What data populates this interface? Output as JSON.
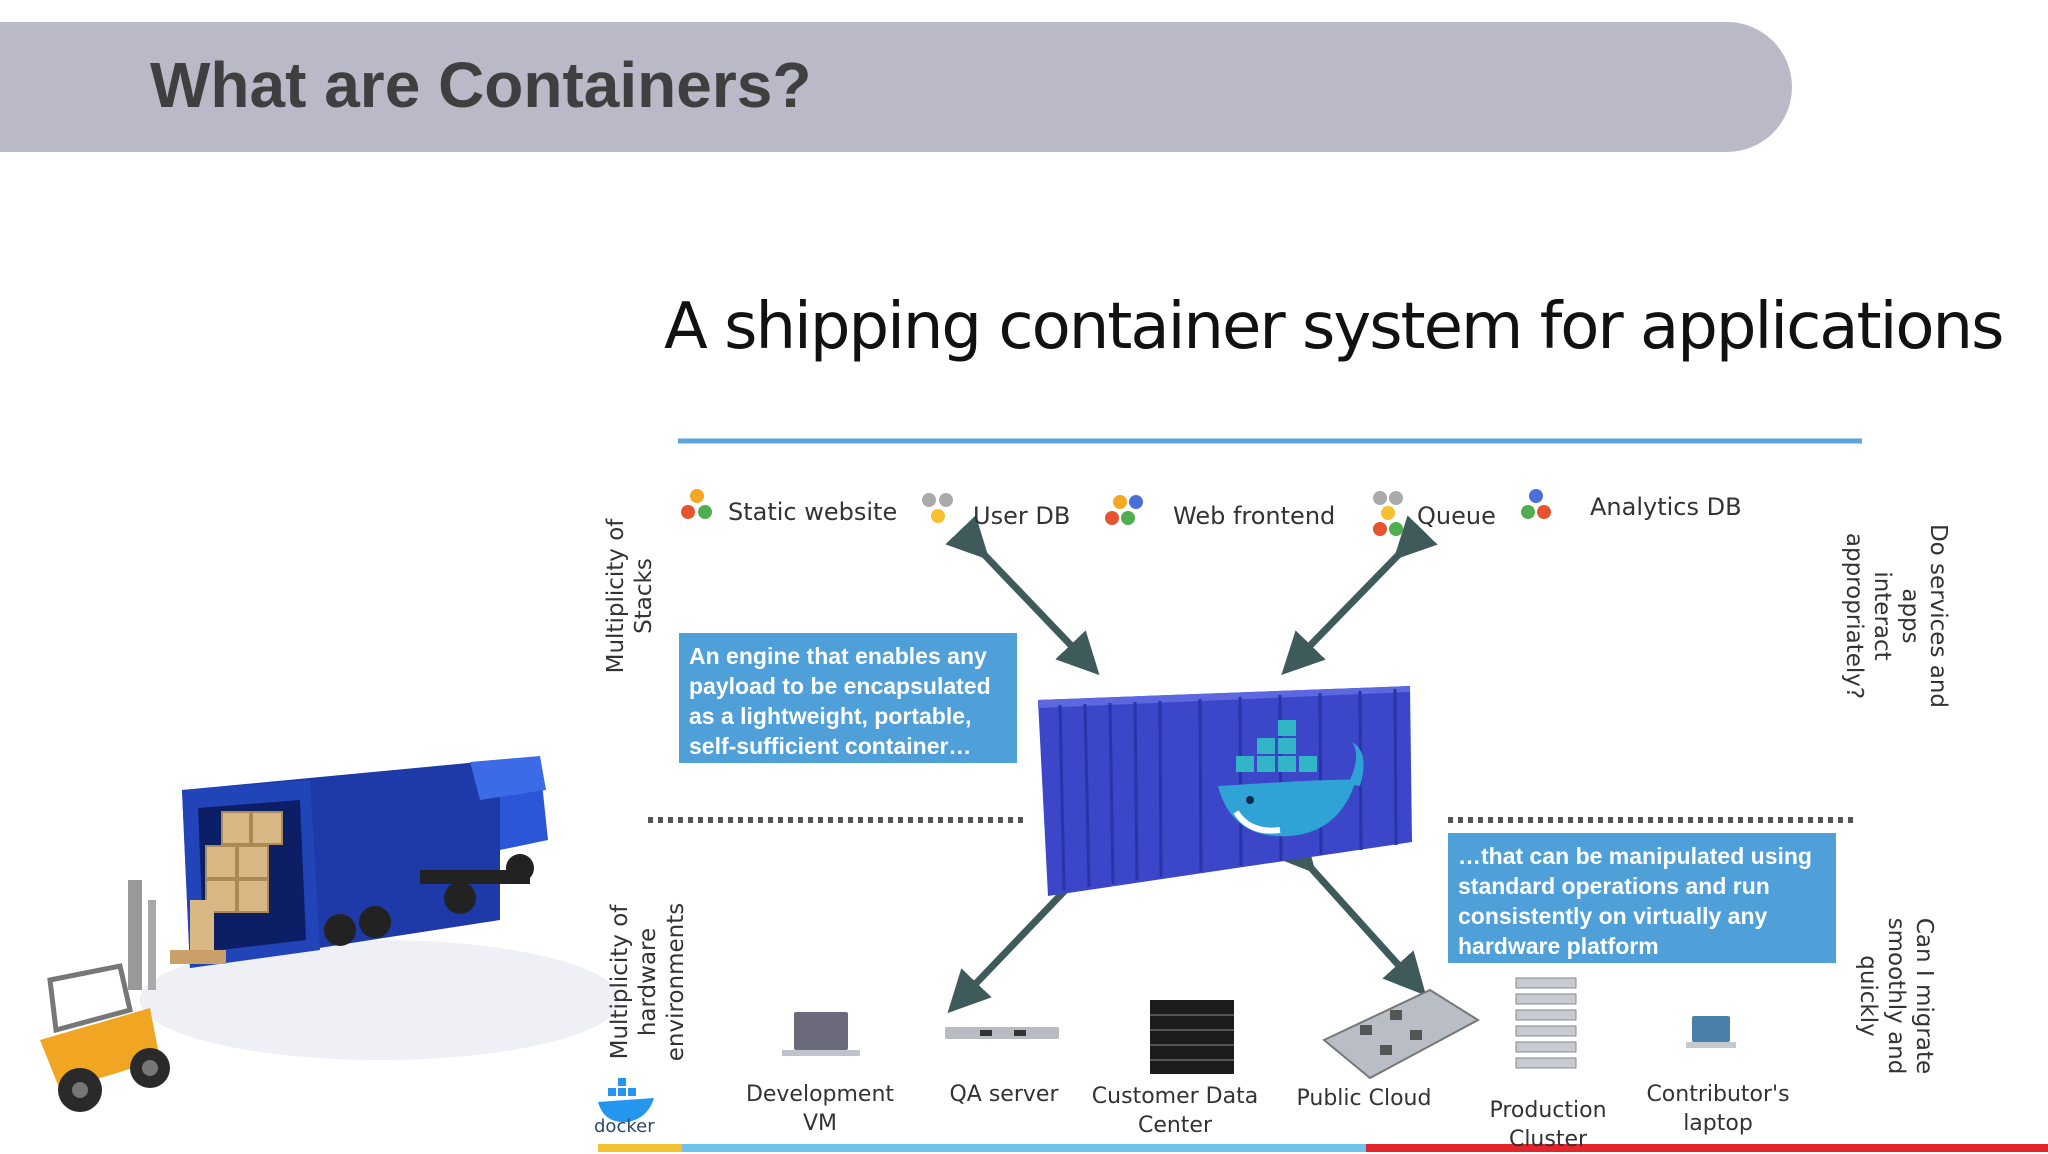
{
  "slide": {
    "title": "What are Containers?",
    "subtitle": "A shipping container system for applications"
  },
  "stacks": [
    {
      "label": "Static website",
      "icon": "cubes-icon"
    },
    {
      "label": "User DB",
      "icon": "cubes-icon"
    },
    {
      "label": "Web frontend",
      "icon": "cubes-icon"
    },
    {
      "label": "Queue",
      "icon": "cubes-icon"
    },
    {
      "label": "Analytics DB",
      "icon": "cubes-icon"
    }
  ],
  "side_labels": {
    "left_top": "Multiplicity of Stacks",
    "left_bottom_1": "Multiplicity of",
    "left_bottom_2": "hardware",
    "left_bottom_3": "environments",
    "right_top_1": "Do services and apps",
    "right_top_2": "interact",
    "right_top_3": "appropriately?",
    "right_bottom_1": "Can I migrate",
    "right_bottom_2": "smoothly and quickly"
  },
  "callouts": {
    "engine": "An engine that enables any payload to be encapsulated as a lightweight, portable, self-sufficient  container…",
    "manipulate": "…that  can be manipulated using standard operations and run consistently on virtually any hardware platform"
  },
  "hardware": [
    {
      "label_1": "Development",
      "label_2": "VM"
    },
    {
      "label_1": "QA server",
      "label_2": ""
    },
    {
      "label_1": "Customer Data",
      "label_2": "Center"
    },
    {
      "label_1": "Public Cloud",
      "label_2": ""
    },
    {
      "label_1": "Production Cluster",
      "label_2": ""
    },
    {
      "label_1": "Contributor's",
      "label_2": "laptop"
    }
  ],
  "logo": {
    "text": "docker"
  },
  "colors": {
    "title_band": "#b9b9c8",
    "accent_blue": "#4f9fd9",
    "container_blue": "#3b46c8",
    "arrow": "#3e5a5a",
    "bottom_bar_left": "#f2c230",
    "bottom_bar_mid": "#6fc3e8",
    "bottom_bar_right": "#e3242b"
  }
}
